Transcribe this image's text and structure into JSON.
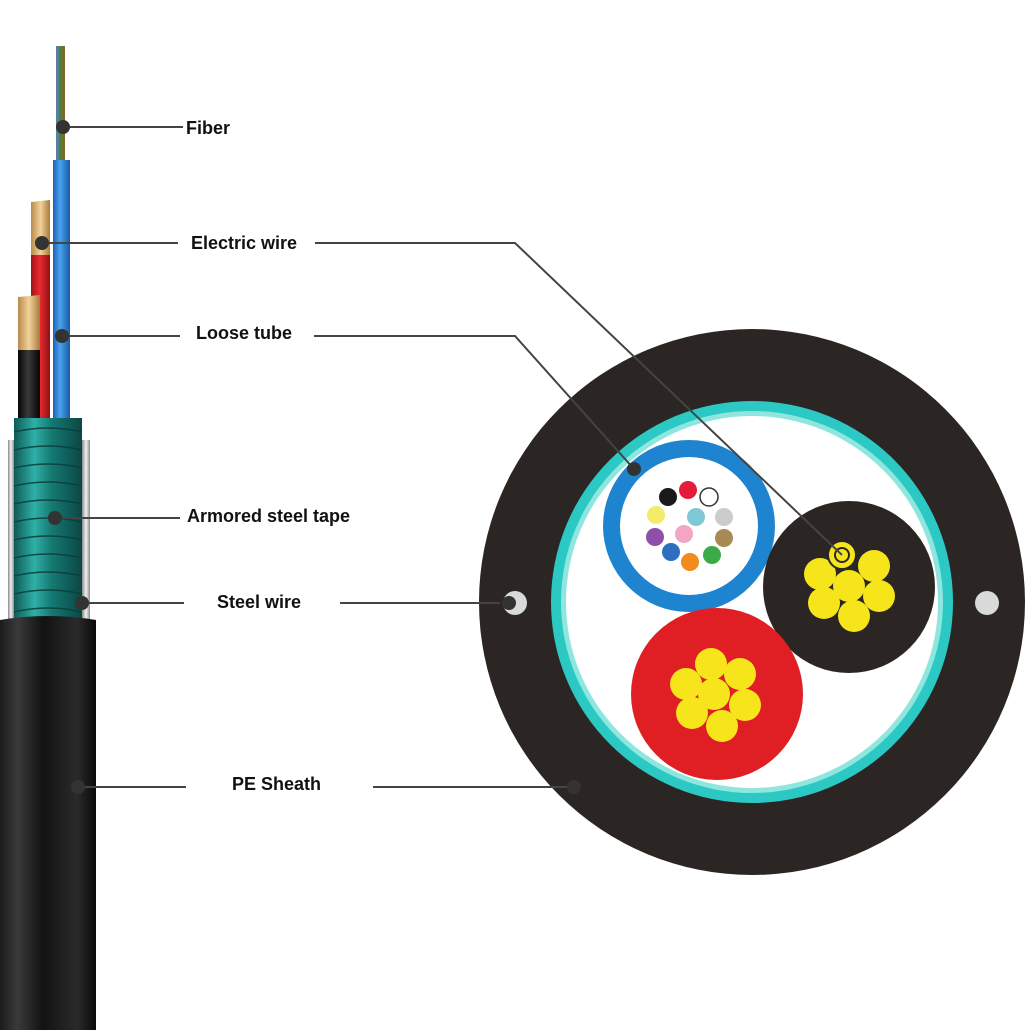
{
  "labels": {
    "fiber": "Fiber",
    "electric_wire": "Electric wire",
    "loose_tube": "Loose tube",
    "armored_steel_tape": "Armored steel tape",
    "steel_wire": "Steel wire",
    "pe_sheath": "PE Sheath"
  },
  "colors": {
    "sheath": "#2b2624",
    "tape": "#2cc9c4",
    "loose_tube": "#1e84cf",
    "electric_wire_red": "#e01f25",
    "electric_wire_black": "#2b2624",
    "conductor": "#f7e51c",
    "leader_line": "#444444"
  },
  "fiber_colors": [
    "#1a1a1a",
    "#e51b3a",
    "#ffffff",
    "#f2ec6a",
    "#7fc8d4",
    "#cccccc",
    "#8e4fa8",
    "#f3a6c4",
    "#a88a55",
    "#2e6fc1",
    "#f28a1d",
    "#3daa48"
  ]
}
